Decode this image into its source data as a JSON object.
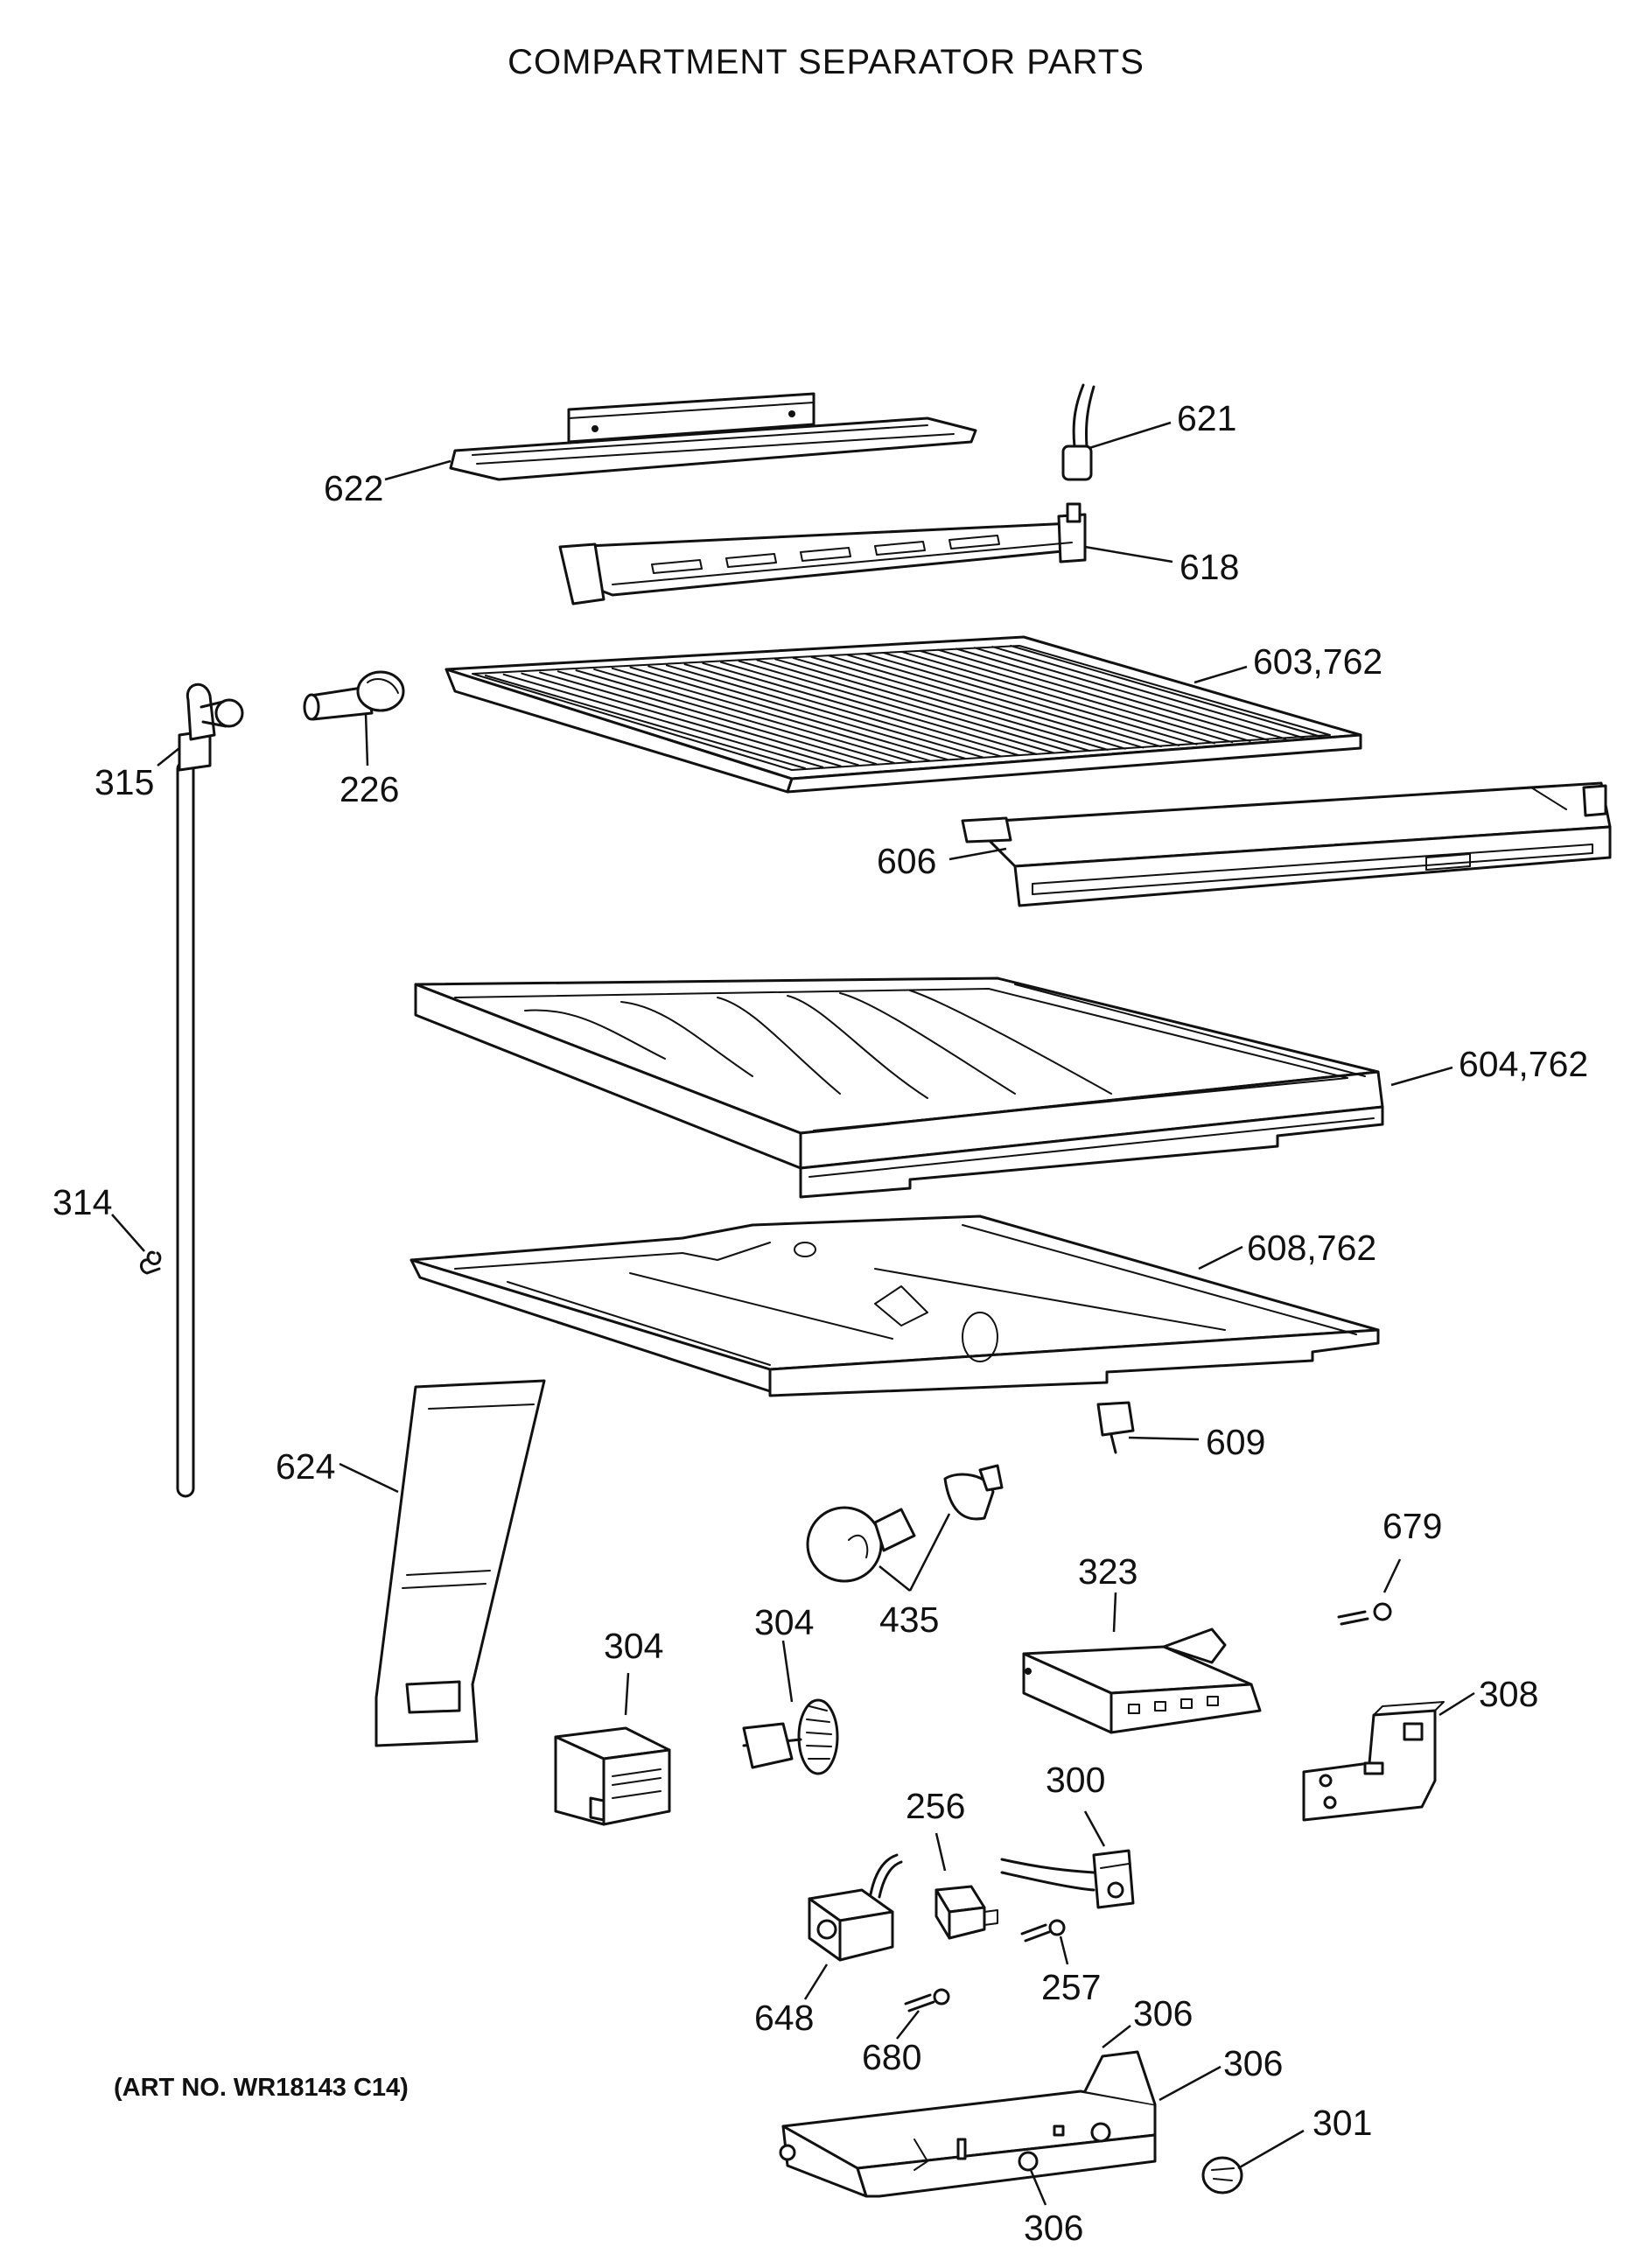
{
  "diagram": {
    "title": "COMPARTMENT SEPARATOR PARTS",
    "art_number": "(ART NO. WR18143 C14)",
    "callouts": {
      "p622": "622",
      "p621": "621",
      "p618": "618",
      "p603": "603,762",
      "p315": "315",
      "p226": "226",
      "p606": "606",
      "p604": "604,762",
      "p314": "314",
      "p608": "608,762",
      "p609": "609",
      "p624": "624",
      "p435": "435",
      "p679": "679",
      "p323": "323",
      "p304a": "304",
      "p304b": "304",
      "p308": "308",
      "p256": "256",
      "p300": "300",
      "p257": "257",
      "p648": "648",
      "p680": "680",
      "p306a": "306",
      "p306b": "306",
      "p301": "301",
      "p306c": "306"
    }
  }
}
